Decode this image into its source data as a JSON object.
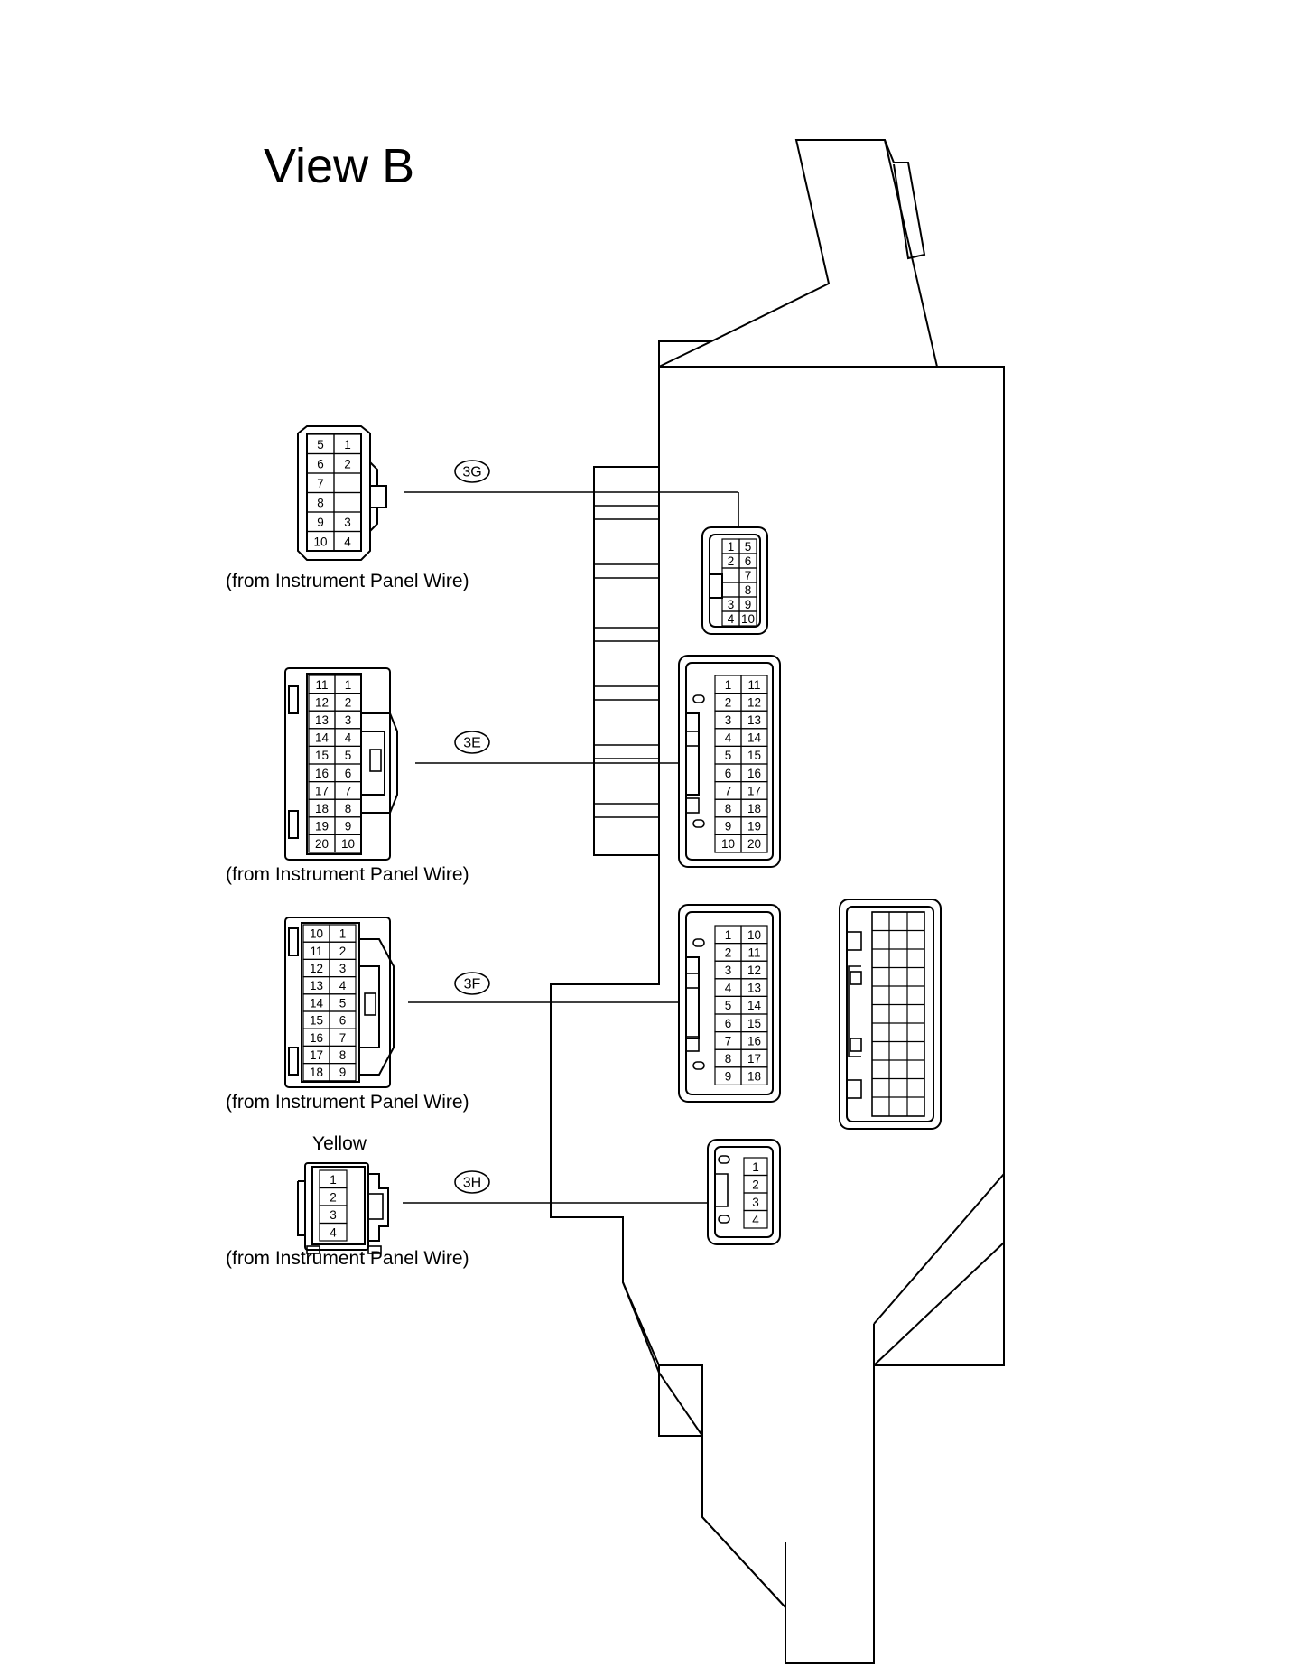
{
  "title": "View B",
  "connectors": [
    {
      "id": "3G",
      "caption": "(from Instrument Panel Wire)"
    },
    {
      "id": "3E",
      "caption": "(from Instrument Panel Wire)"
    },
    {
      "id": "3F",
      "caption": "(from Instrument Panel Wire)"
    },
    {
      "id": "3H",
      "caption": "(from Instrument Panel Wire)",
      "color_label": "Yellow"
    }
  ],
  "pins": {
    "g_left": [
      [
        "5",
        "1"
      ],
      [
        "6",
        "2"
      ],
      [
        "7",
        ""
      ],
      [
        "8",
        ""
      ],
      [
        "9",
        "3"
      ],
      [
        "10",
        "4"
      ]
    ],
    "g_right": [
      [
        "1",
        "5"
      ],
      [
        "2",
        "6"
      ],
      [
        "",
        "7"
      ],
      [
        "",
        "8"
      ],
      [
        "3",
        "9"
      ],
      [
        "4",
        "10"
      ]
    ],
    "e_left": [
      [
        "11",
        "1"
      ],
      [
        "12",
        "2"
      ],
      [
        "13",
        "3"
      ],
      [
        "14",
        "4"
      ],
      [
        "15",
        "5"
      ],
      [
        "16",
        "6"
      ],
      [
        "17",
        "7"
      ],
      [
        "18",
        "8"
      ],
      [
        "19",
        "9"
      ],
      [
        "20",
        "10"
      ]
    ],
    "e_right": [
      [
        "1",
        "11"
      ],
      [
        "2",
        "12"
      ],
      [
        "3",
        "13"
      ],
      [
        "4",
        "14"
      ],
      [
        "5",
        "15"
      ],
      [
        "6",
        "16"
      ],
      [
        "7",
        "17"
      ],
      [
        "8",
        "18"
      ],
      [
        "9",
        "19"
      ],
      [
        "10",
        "20"
      ]
    ],
    "f_left": [
      [
        "10",
        "1"
      ],
      [
        "11",
        "2"
      ],
      [
        "12",
        "3"
      ],
      [
        "13",
        "4"
      ],
      [
        "14",
        "5"
      ],
      [
        "15",
        "6"
      ],
      [
        "16",
        "7"
      ],
      [
        "17",
        "8"
      ],
      [
        "18",
        "9"
      ]
    ],
    "f_right": [
      [
        "1",
        "10"
      ],
      [
        "2",
        "11"
      ],
      [
        "3",
        "12"
      ],
      [
        "4",
        "13"
      ],
      [
        "5",
        "14"
      ],
      [
        "6",
        "15"
      ],
      [
        "7",
        "16"
      ],
      [
        "8",
        "17"
      ],
      [
        "9",
        "18"
      ]
    ],
    "h_left": [
      "1",
      "2",
      "3",
      "4"
    ],
    "h_right": [
      "1",
      "2",
      "3",
      "4"
    ]
  }
}
